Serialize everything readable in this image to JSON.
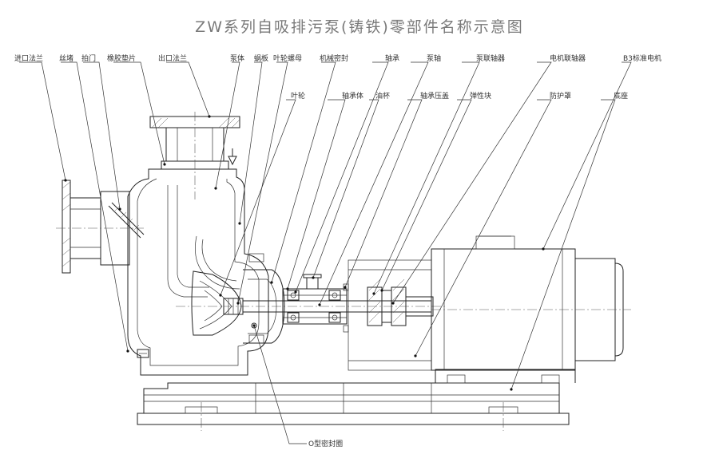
{
  "title": "ZW系列自吸排污泵(铸铁)零部件名称示意图",
  "labels": {
    "inlet_flange": "进口法兰",
    "wire_plug": "丝堵",
    "flap_valve": "拍门",
    "rubber_gasket": "橡胶垫片",
    "outlet_flange": "出口法兰",
    "pump_body": "泵体",
    "volute": "蜗板",
    "impeller_nut": "叶轮螺母",
    "mech_seal": "机械密封",
    "bearing": "轴承",
    "pump_shaft": "泵轴",
    "pump_coupling": "泵联轴器",
    "motor_coupling": "电机联轴器",
    "b3_motor": "B3标准电机",
    "impeller": "叶轮",
    "bearing_body": "轴承体",
    "oil_cup": "油杯",
    "bearing_cover": "轴承压盖",
    "elastic_block": "弹性块",
    "guard": "防护罩",
    "base": "底座",
    "o_ring": "O型密封圈"
  },
  "colors": {
    "line": "#222222",
    "title": "#7a7a7a",
    "text": "#333333"
  }
}
